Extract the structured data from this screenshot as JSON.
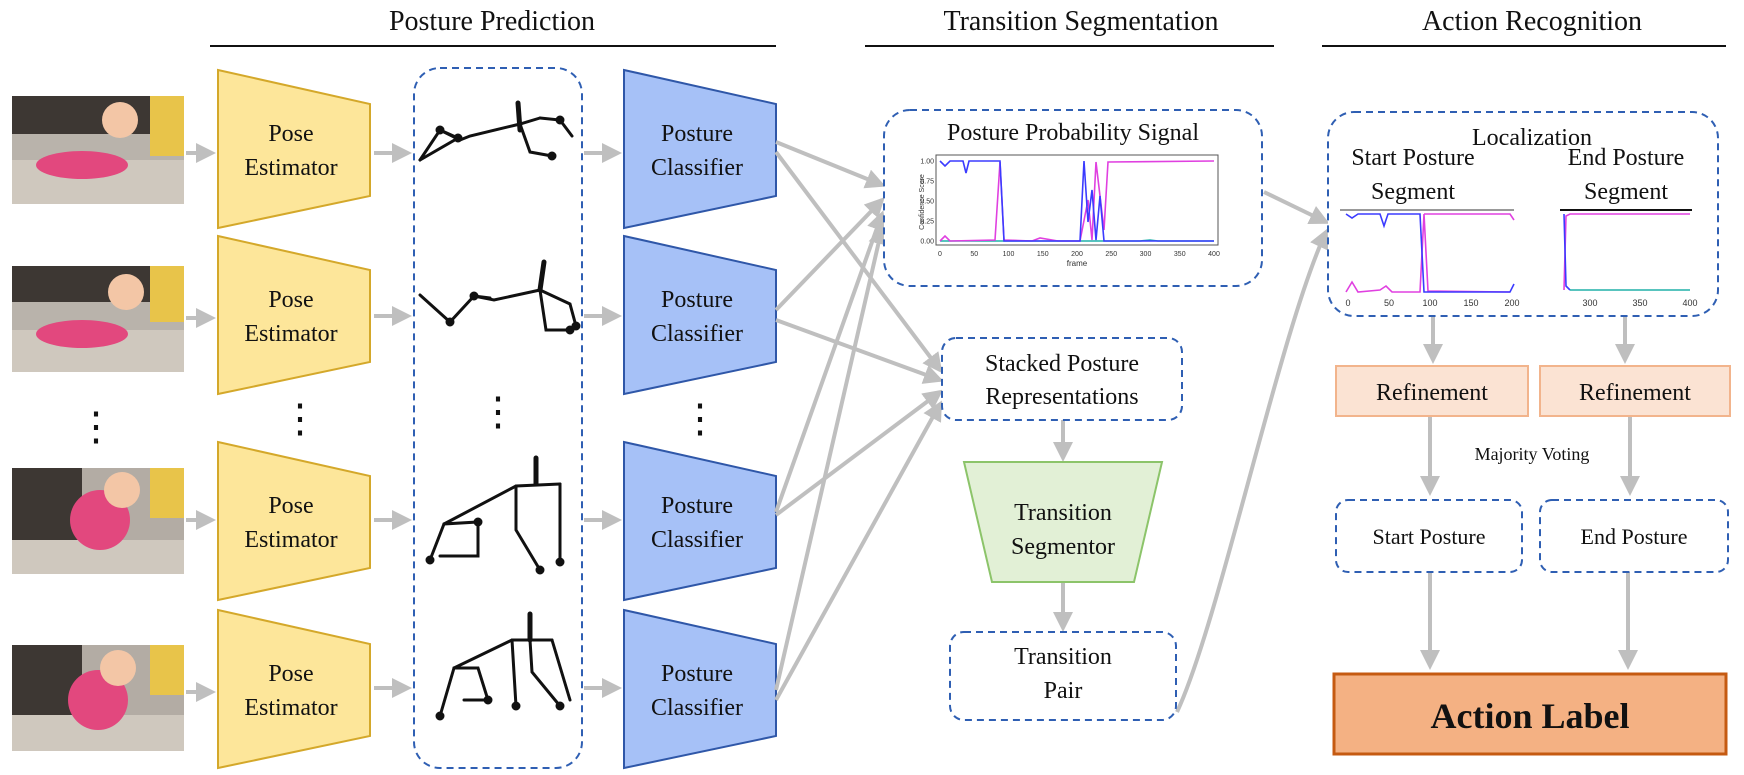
{
  "headers": {
    "posture_prediction": "Posture Prediction",
    "transition_segmentation": "Transition Segmentation",
    "action_recognition": "Action Recognition"
  },
  "pose_estimator": {
    "line1": "Pose",
    "line2": "Estimator"
  },
  "posture_classifier": {
    "line1": "Posture",
    "line2": "Classifier"
  },
  "transition": {
    "signal_title": "Posture Probability Signal",
    "stacked_line1": "Stacked Posture",
    "stacked_line2": "Representations",
    "segmentor_line1": "Transition",
    "segmentor_line2": "Segmentor",
    "pair_line1": "Transition",
    "pair_line2": "Pair"
  },
  "signal_chart": {
    "ylabel": "Confidence Score",
    "xlabel": "frame",
    "yticks": [
      "0.00",
      "0.25",
      "0.50",
      "0.75",
      "1.00"
    ],
    "xticks": [
      "0",
      "50",
      "100",
      "150",
      "200",
      "250",
      "300",
      "350",
      "400"
    ],
    "colors": {
      "blue": "#3b3bff",
      "magenta": "#e040e0",
      "teal": "#20b0a8"
    }
  },
  "action": {
    "localization": "Localization",
    "start_segment_line1": "Start Posture",
    "start_segment_line2": "Segment",
    "end_segment_line1": "End Posture",
    "end_segment_line2": "Segment",
    "start_xticks": [
      "0",
      "50",
      "100",
      "150",
      "200"
    ],
    "end_xticks": [
      "300",
      "350",
      "400"
    ],
    "refinement": "Refinement",
    "majority_voting": "Majority Voting",
    "start_posture": "Start Posture",
    "end_posture": "End Posture",
    "action_label": "Action Label"
  },
  "colors": {
    "pose_fill": "#fde69a",
    "pose_stroke": "#d4a82a",
    "classifier_fill": "#a6c1f7",
    "classifier_stroke": "#2f57a8",
    "dashed_blue": "#2f5fb3",
    "segmentor_fill": "#e2f0d6",
    "segmentor_stroke": "#8cc46a",
    "refinement_fill": "#fbe3d3",
    "refinement_stroke": "#f2b48c",
    "action_fill": "#f4b183",
    "action_stroke": "#c55a11",
    "arrow": "#bfbfbf"
  }
}
